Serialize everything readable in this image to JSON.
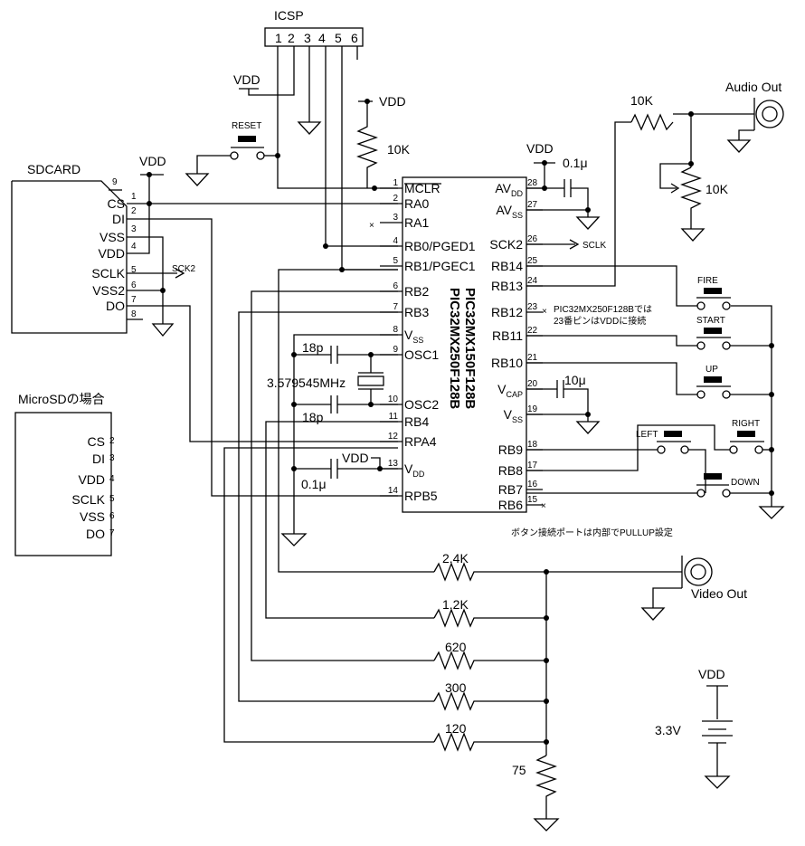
{
  "icsp": {
    "title": "ICSP",
    "pins": [
      "1",
      "2",
      "3",
      "4",
      "5",
      "6"
    ]
  },
  "supply_label": "VDD",
  "reset_label": "RESET",
  "sdcard": {
    "title": "SDCARD",
    "signals": [
      "CS",
      "DI",
      "VSS",
      "VDD",
      "SCLK",
      "VSS2",
      "DO"
    ],
    "pins": [
      "9",
      "1",
      "2",
      "3",
      "4",
      "5",
      "6",
      "7",
      "8"
    ],
    "sck2_label": "SCK2"
  },
  "microsd": {
    "title": "MicroSDの場合",
    "signals": [
      "CS",
      "DI",
      "VDD",
      "SCLK",
      "VSS",
      "DO"
    ],
    "pins": [
      "2",
      "3",
      "4",
      "5",
      "6",
      "7"
    ]
  },
  "mcu": {
    "part1": "PIC32MX150F128B",
    "part2": "PIC32MX250F128B",
    "left": [
      {
        "pin": "1",
        "name": "MCLR"
      },
      {
        "pin": "2",
        "name": "RA0"
      },
      {
        "pin": "3",
        "name": "RA1"
      },
      {
        "pin": "4",
        "name": "RB0/PGED1"
      },
      {
        "pin": "5",
        "name": "RB1/PGEC1"
      },
      {
        "pin": "6",
        "name": "RB2"
      },
      {
        "pin": "7",
        "name": "RB3"
      },
      {
        "pin": "8",
        "name": "V",
        "sub": "SS"
      },
      {
        "pin": "9",
        "name": "OSC1"
      },
      {
        "pin": "10",
        "name": "OSC2"
      },
      {
        "pin": "11",
        "name": "RB4"
      },
      {
        "pin": "12",
        "name": "RPA4"
      },
      {
        "pin": "13",
        "name": "V",
        "sub": "DD"
      },
      {
        "pin": "14",
        "name": "RPB5"
      }
    ],
    "right": [
      {
        "pin": "28",
        "name": "AV",
        "sub": "DD"
      },
      {
        "pin": "27",
        "name": "AV",
        "sub": "SS"
      },
      {
        "pin": "26",
        "name": "SCK2"
      },
      {
        "pin": "25",
        "name": "RB14"
      },
      {
        "pin": "24",
        "name": "RB13"
      },
      {
        "pin": "23",
        "name": "RB12"
      },
      {
        "pin": "22",
        "name": "RB11"
      },
      {
        "pin": "21",
        "name": "RB10"
      },
      {
        "pin": "20",
        "name": "V",
        "sub": "CAP"
      },
      {
        "pin": "19",
        "name": "V",
        "sub": "SS"
      },
      {
        "pin": "18",
        "name": "RB9"
      },
      {
        "pin": "17",
        "name": "RB8"
      },
      {
        "pin": "16",
        "name": "RB7"
      },
      {
        "pin": "15",
        "name": "RB6"
      }
    ]
  },
  "parts": {
    "r_mclr": "10K",
    "r_audio": "10K",
    "pot_audio": "10K",
    "c_avdd": "0.1μ",
    "c_vcap": "10μ",
    "c_osc1": "18p",
    "c_osc2": "18p",
    "crystal": "3.579545MHz",
    "c_vdd": "0.1μ",
    "r_video": [
      "2.4K",
      "1.2K",
      "620",
      "300",
      "120"
    ],
    "r_video_load": "75",
    "battery": "3.3V"
  },
  "sclk_label": "SCLK",
  "audio_out": "Audio Out",
  "video_out": "Video Out",
  "buttons": [
    "FIRE",
    "START",
    "UP",
    "LEFT",
    "RIGHT",
    "DOWN"
  ],
  "notes": {
    "rb12_line1": "PIC32MX250F128Bでは",
    "rb12_line2": "23番ピンはVDDに接続",
    "pullup": "ボタン接続ポートは内部でPULLUP設定"
  }
}
